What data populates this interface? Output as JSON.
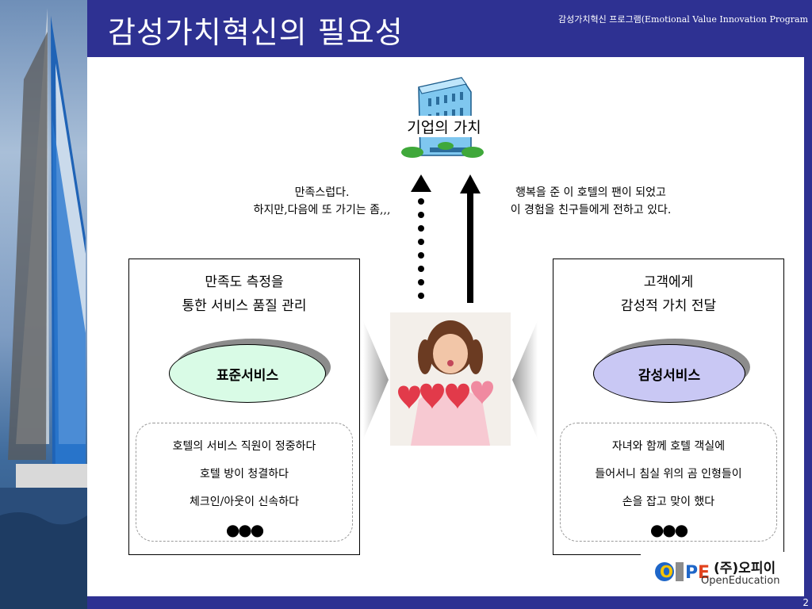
{
  "header": {
    "title": "감성가치혁신의 필요성",
    "program": "감성가치혁신 프로그램(Emotional Value Innovation Program"
  },
  "top": {
    "building_label": "기업의 가치",
    "left_quote": [
      "만족스럽다.",
      "하지만,다음에 또 가기는 좀,,,"
    ],
    "right_quote": [
      "행복을 준 이 호텔의 팬이 되었고",
      "이 경험을 친구들에게 전하고 있다."
    ]
  },
  "left_panel": {
    "heading": [
      "만족도 측정을",
      "통한 서비스 품질 관리"
    ],
    "ellipse_label": "표준서비스",
    "examples": [
      "호텔의 서비스 직원이 정중하다",
      "호텔 방이 청결하다",
      "체크인/아웃이 신속하다"
    ],
    "more": "●●●",
    "ellipse_color": "#d9fbe6"
  },
  "right_panel": {
    "heading": [
      "고객에게",
      "감성적 가치 전달"
    ],
    "ellipse_label": "감성서비스",
    "examples": [
      "자녀와 함께 호텔 객실에",
      "들어서니 침실 위의 곰 인형들이",
      "손을 잡고 맞이 했다"
    ],
    "more": "●●●",
    "ellipse_color": "#c9c8f4"
  },
  "logo": {
    "brand": "(주)오피이",
    "sub": "OpenEducation"
  },
  "footer": {
    "page": "2"
  }
}
